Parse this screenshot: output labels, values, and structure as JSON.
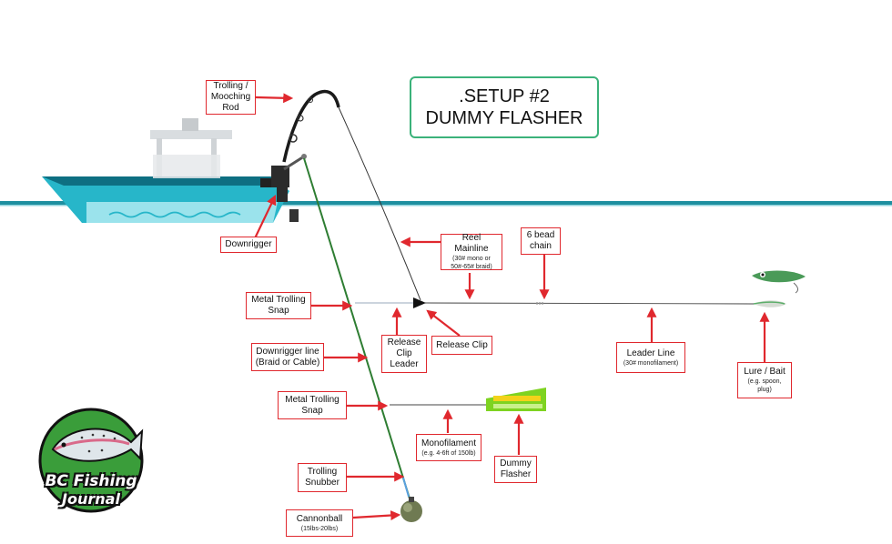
{
  "title": {
    "line1": ".SETUP #2",
    "line2": "DUMMY FLASHER"
  },
  "labels": {
    "rod": [
      "Trolling /",
      "Mooching",
      "Rod"
    ],
    "downrigger": "Downrigger",
    "reel_mainline": {
      "main": "Reel Mainline",
      "sub": [
        "(30# mono or",
        "50#-65# braid)"
      ]
    },
    "bead_chain": [
      "6 bead",
      "chain"
    ],
    "metal_snap_1": [
      "Metal Trolling",
      "Snap"
    ],
    "release_clip_leader": [
      "Release",
      "Clip",
      "Leader"
    ],
    "release_clip": "Release Clip",
    "downrigger_line": [
      "Downrigger line",
      "(Braid or Cable)"
    ],
    "leader_line": {
      "main": "Leader Line",
      "sub": "(30# monofilament)"
    },
    "lure_bait": {
      "main": "Lure / Bait",
      "sub": [
        "(e.g. spoon,",
        "plug)"
      ]
    },
    "metal_snap_2": [
      "Metal Trolling",
      "Snap"
    ],
    "monofilament": {
      "main": "Monofilament",
      "sub": "(e.g. 4-6ft of 150lb)"
    },
    "dummy_flasher": [
      "Dummy",
      "Flasher"
    ],
    "snubber": [
      "Trolling",
      "Snubber"
    ],
    "cannonball": {
      "main": "Cannonball",
      "sub": "(15lbs-20lbs)"
    }
  },
  "logo": {
    "line1": "BC Fishing",
    "line2": "Journal"
  },
  "colors": {
    "water": "#1e8fa0",
    "boat_hull": "#27b6c9",
    "label_border": "#e0282e",
    "arrow": "#e0282e",
    "downrigger_line": "#2e7d32",
    "title_border": "#3bb27a",
    "flasher": "#7ed321",
    "logo_green": "#3a9d3a"
  },
  "icons": [
    "boat-icon",
    "rod-icon",
    "downrigger-icon",
    "cannonball-icon",
    "flasher-icon",
    "lure-icon",
    "spoon-icon",
    "fish-logo-icon"
  ]
}
